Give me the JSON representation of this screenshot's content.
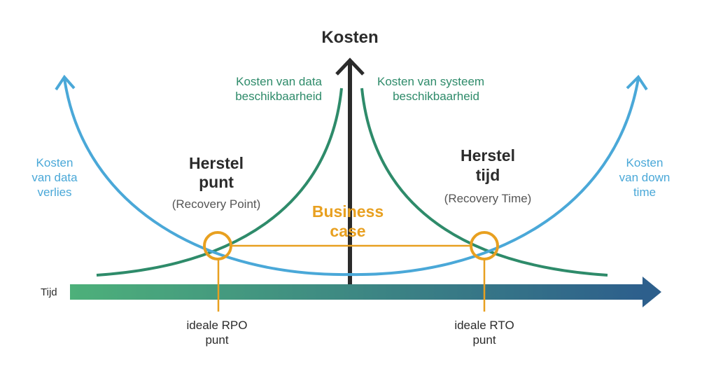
{
  "title": "Kosten",
  "axis_label": "Tijd",
  "labels": {
    "data_cost_line1": "Kosten van data",
    "data_cost_line2": "beschikbaarheid",
    "system_cost_line1": "Kosten van systeem",
    "system_cost_line2": "beschikbaarheid",
    "loss_line1": "Kosten",
    "loss_line2": "van data",
    "loss_line3": "verlies",
    "downtime_line1": "Kosten",
    "downtime_line2": "van down",
    "downtime_line3": "time",
    "rp_title_line1": "Herstel",
    "rp_title_line2": "punt",
    "rp_sub": "(Recovery Point)",
    "rt_title_line1": "Herstel",
    "rt_title_line2": "tijd",
    "rt_sub": "(Recovery Time)",
    "bc_line1": "Business",
    "bc_line2": "case",
    "rpo_line1": "ideale RPO",
    "rpo_line2": "punt",
    "rto_line1": "ideale RTO",
    "rto_line2": "punt"
  },
  "colors": {
    "blue": "#4aa8d8",
    "green": "#2e8b6a",
    "orange": "#e8a020",
    "dark": "#2b2b2b",
    "gray": "#555555",
    "axis_start": "#4db07a",
    "axis_end": "#2d5f8c"
  }
}
